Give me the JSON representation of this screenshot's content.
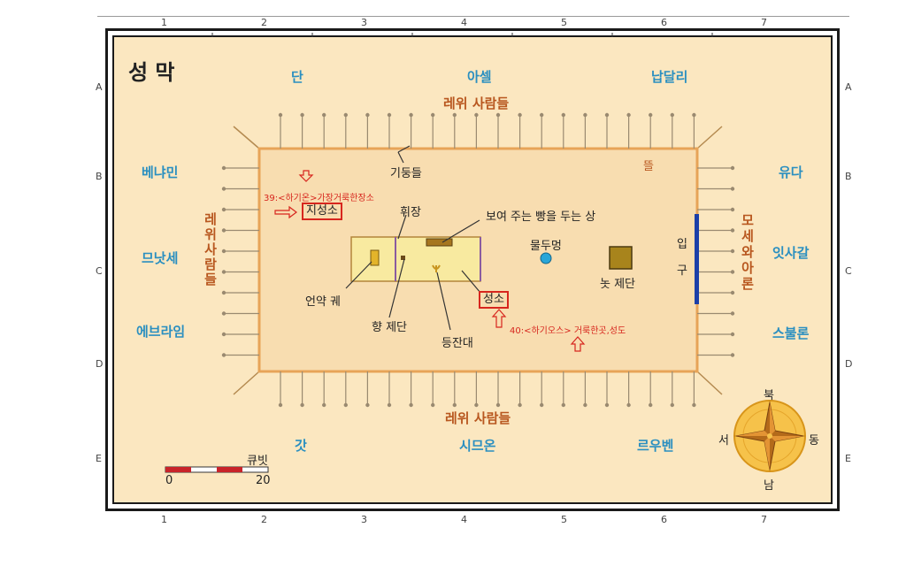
{
  "map": {
    "title": "성 막",
    "grid": {
      "columns": [
        "1",
        "2",
        "3",
        "4",
        "5",
        "6",
        "7"
      ],
      "rows": [
        "A",
        "B",
        "C",
        "D",
        "E"
      ]
    },
    "tribes": {
      "dan": "단",
      "asher": "아셀",
      "naphtali": "납달리",
      "benjamin": "베냐민",
      "manasseh": "므낫세",
      "ephraim": "에브라임",
      "judah": "유다",
      "issachar": "잇사갈",
      "zebulun": "스불론",
      "gad": "갓",
      "simeon": "시므온",
      "reuben": "르우벤"
    },
    "levites": {
      "north": "레위 사람들",
      "south": "레위 사람들",
      "west": [
        "레",
        "위",
        "사",
        "람",
        "들"
      ]
    },
    "moses_aaron": [
      "모",
      "세",
      "와",
      "아",
      "론"
    ],
    "features": {
      "pillars": "기둥들",
      "curtain": "휘장",
      "showbread_table": "보여 주는 빵을 두는 상",
      "laver": "물두멍",
      "bronze_altar": "놋 제단",
      "entrance": [
        "입",
        "구"
      ],
      "ark": "언약 궤",
      "incense_altar": "향 제단",
      "lampstand": "등잔대",
      "screen": "뜰",
      "holy_of_holies": "지성소",
      "holy_place": "성소"
    },
    "annotations": {
      "holy_of_holies_note": "39:<하기온>가장거룩한장소",
      "holy_place_note": "40:<하기오스> 거룩한곳,성도"
    },
    "compass": {
      "north": "북",
      "south": "남",
      "east": "동",
      "west": "서"
    },
    "scale": {
      "unit": "큐빗",
      "min": "0",
      "max": "20"
    },
    "colors": {
      "background": "#fbe7c0",
      "court": "#f8ddb0",
      "border": "#e7a458",
      "tribe": "#2a8fc0",
      "levite": "#b8571f",
      "annotation": "#d7261e"
    }
  }
}
